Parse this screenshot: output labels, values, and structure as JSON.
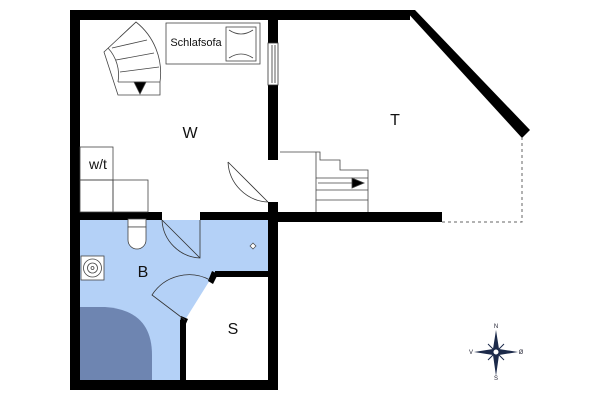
{
  "rooms": {
    "living": "W",
    "terrace": "T",
    "bath": "B",
    "storage": "S",
    "washer_dryer": "w/t"
  },
  "furniture": {
    "sofa_bed": "Schlafsofa"
  },
  "compass": {
    "north": "N",
    "south": "S",
    "west": "V",
    "east": "Ø"
  },
  "colors": {
    "bath_floor": "#b4d1f7",
    "shower": "#6e85b1",
    "wall": "#000000"
  }
}
